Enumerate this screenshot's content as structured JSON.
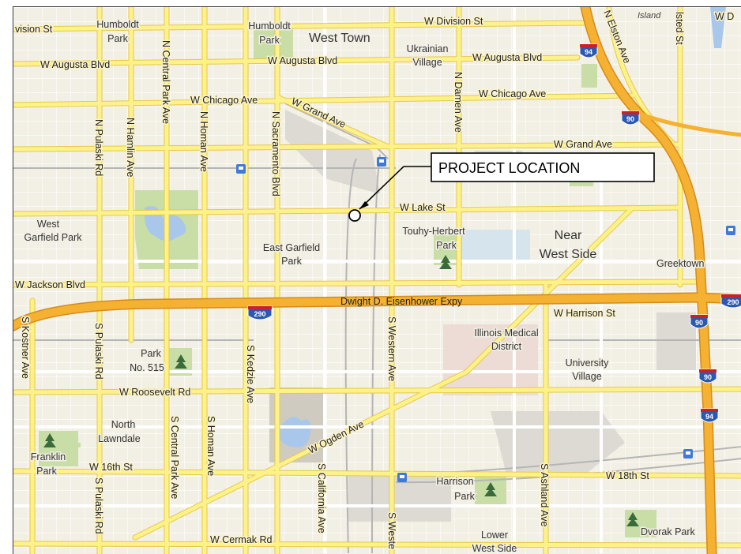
{
  "map": {
    "callout": {
      "label": "PROJECT LOCATION"
    },
    "neighborhoods": [
      {
        "id": "humboldt-park-w",
        "lines": [
          "Humboldt",
          "Park"
        ]
      },
      {
        "id": "humboldt-park-e",
        "lines": [
          "Humboldt",
          "Park"
        ]
      },
      {
        "id": "west-town",
        "lines": [
          "West Town"
        ]
      },
      {
        "id": "ukrainian-village",
        "lines": [
          "Ukrainian",
          "Village"
        ]
      },
      {
        "id": "west-garfield-park",
        "lines": [
          "West",
          "Garfield Park"
        ]
      },
      {
        "id": "east-garfield-park",
        "lines": [
          "East Garfield",
          "Park"
        ]
      },
      {
        "id": "touhy-herbert-park",
        "lines": [
          "Touhy-Herbert",
          "Park"
        ]
      },
      {
        "id": "near-west-side",
        "lines": [
          "Near",
          "West Side"
        ]
      },
      {
        "id": "greektown",
        "lines": [
          "Greektown"
        ]
      },
      {
        "id": "illinois-medical-district",
        "lines": [
          "Illinois Medical",
          "District"
        ]
      },
      {
        "id": "park-no-515",
        "lines": [
          "Park",
          "No. 515"
        ]
      },
      {
        "id": "university-village",
        "lines": [
          "University",
          "Village"
        ]
      },
      {
        "id": "north-lawndale",
        "lines": [
          "North",
          "Lawndale"
        ]
      },
      {
        "id": "franklin-park",
        "lines": [
          "Franklin",
          "Park"
        ]
      },
      {
        "id": "harrison-park",
        "lines": [
          "Harrison",
          "Park"
        ]
      },
      {
        "id": "dvorak-park",
        "lines": [
          "Dvorak Park"
        ]
      },
      {
        "id": "lower-west-side",
        "lines": [
          "Lower",
          "West Side"
        ]
      },
      {
        "id": "goose-island",
        "lines": [
          "Island"
        ]
      }
    ],
    "streets": {
      "division_w": "vision St",
      "division_e": "W Division St",
      "division_far": "W D",
      "augusta_w": "W Augusta Blvd",
      "augusta_c": "W Augusta Blvd",
      "augusta_e": "W Augusta Blvd",
      "chicago_w": "W Chicago Ave",
      "chicago_e": "W Chicago Ave",
      "grand_diag": "W Grand Ave",
      "grand_e": "W Grand Ave",
      "lake": "W Lake St",
      "jackson": "W Jackson Blvd",
      "harrison": "W Harrison St",
      "roosevelt": "W Roosevelt Rd",
      "ogden": "W Ogden Ave",
      "sixteenth": "W 16th St",
      "eighteenth": "W 18th St",
      "cermak": "W Cermak Rd",
      "n_pulaski": "N Pulaski Rd",
      "n_hamlin": "N Hamlin Ave",
      "n_central_park": "N Central Park Ave",
      "n_homan": "N Homan Ave",
      "n_sacramento": "N Sacramento Blvd",
      "n_damen": "N Damen Ave",
      "n_elston": "N Elston Ave",
      "halsted": "lsted St",
      "s_kostner": "S Kostner Ave",
      "s_pulaski": "S Pulaski Rd",
      "s_pulaski_2": "S Pulaski Rd",
      "s_kedzie": "S Kedzie Ave",
      "s_central_park": "S Central Park Ave",
      "s_homan": "S Homan Ave",
      "s_western": "S Western Ave",
      "s_western_2": "S Weste",
      "s_california": "S California Ave",
      "s_ashland": "S Ashland Ave",
      "eisenhower": "Dwight D. Eisenhower Expy"
    },
    "shields": {
      "i290_a": "290",
      "i290_b": "290",
      "i90_a": "90",
      "i90_b": "90",
      "i90_c": "90",
      "i94_a": "94",
      "i94_b": "94"
    },
    "colors": {
      "land": "#f2efe4",
      "road_major": "#fdf28a",
      "road_major_edge": "#e6c84c",
      "road_minor": "#ffffff",
      "expressway": "#f5b131",
      "expressway_edge": "#d68b1a",
      "park": "#c8dea6",
      "water": "#a9c7ea",
      "rail": "#b5b5b5",
      "industrial": "#d9d7d0",
      "medical": "#eddcd6",
      "callout_border": "#000000"
    }
  }
}
